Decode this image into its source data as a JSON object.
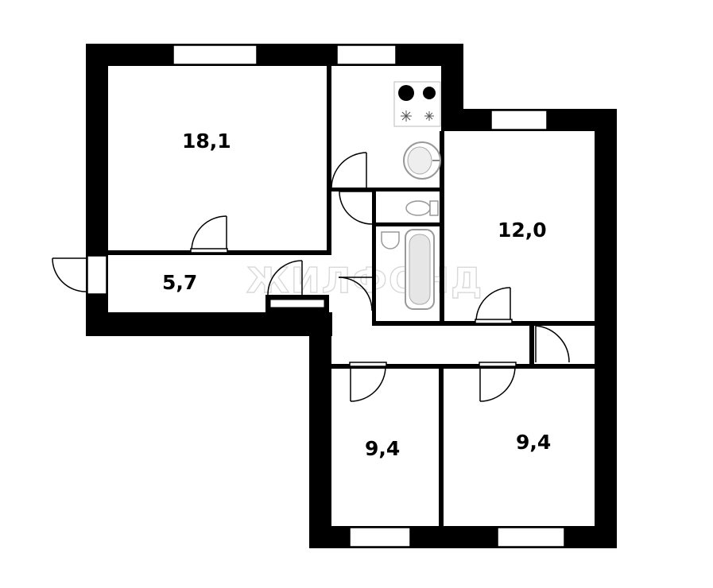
{
  "plan": {
    "rooms": [
      {
        "id": "room-top-left",
        "area": "18,1"
      },
      {
        "id": "room-right",
        "area": "12,0"
      },
      {
        "id": "hall-left",
        "area": "5,7"
      },
      {
        "id": "room-bottom-middle",
        "area": "9,4"
      },
      {
        "id": "room-bottom-right",
        "area": "9,4"
      }
    ],
    "watermark": "ЖИЛФОНД"
  },
  "icons": [
    "stove-icon",
    "sink-icon",
    "toilet-icon",
    "bathtub-icon"
  ],
  "colors": {
    "wall": "#000000",
    "window": "#ffffff",
    "fixture": "#cfcfcf"
  }
}
